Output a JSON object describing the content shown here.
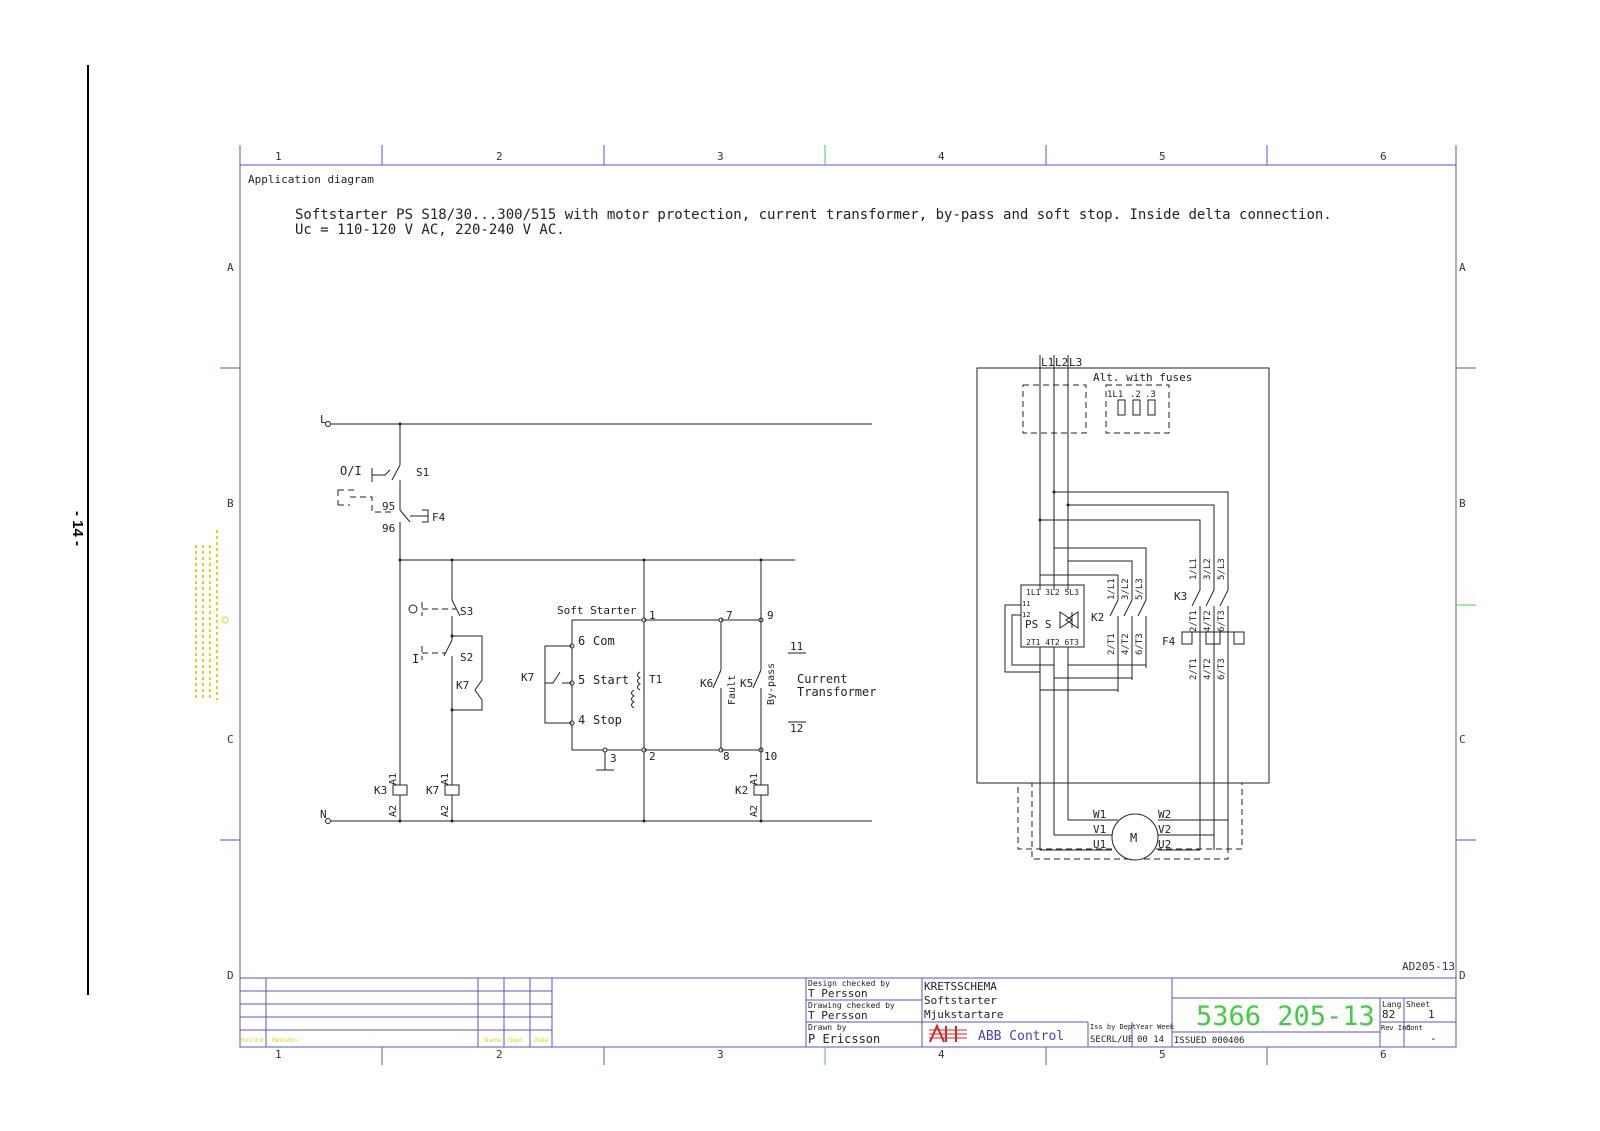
{
  "page_number": "- 14 -",
  "header": {
    "section_label": "Application diagram",
    "title_line1": "Softstarter PS S18/30...300/515 with motor protection, current transformer, by-pass and soft stop. Inside delta connection.",
    "title_line2": "Uc = 110-120 V AC, 220-240 V AC."
  },
  "grid": {
    "columns": [
      "1",
      "2",
      "3",
      "4",
      "5",
      "6"
    ],
    "rows": [
      "A",
      "B",
      "C",
      "D"
    ]
  },
  "control_circuit": {
    "rail_L": "L",
    "rail_N": "N",
    "s1_symbol": "O/I",
    "s1": "S1",
    "f4": "F4",
    "f4_95": "95",
    "f4_96": "96",
    "s3": "S3",
    "s3_symbol": "O",
    "s2": "S2",
    "s2_symbol": "I",
    "k7_contact": "K7",
    "k3_coil": "K3",
    "k7_coil": "K7",
    "k2_coil": "K2",
    "a1": "A1",
    "a2": "A2",
    "soft_starter": "Soft Starter",
    "term_6": "6",
    "com": "Com",
    "term_5": "5",
    "start": "Start",
    "term_4": "4",
    "stop": "Stop",
    "k7_start": "K7",
    "t1": "T1",
    "term_1": "1",
    "term_2": "2",
    "term_3": "3",
    "term_7": "7",
    "term_8": "8",
    "term_9": "9",
    "term_10": "10",
    "term_11": "11",
    "term_12": "12",
    "k6": "K6",
    "fault": "Fault",
    "k5": "K5",
    "bypass": "By-pass",
    "current": "Current",
    "transformer": "Transformer"
  },
  "power_circuit": {
    "l1": "L1",
    "l2": "L2",
    "l3": "L3",
    "alt_fuses": "Alt. with fuses",
    "fuse_labels": [
      "1L1",
      ".2",
      ".3"
    ],
    "ps_top": "1L1 3L2 5L3",
    "ps_label": "PS S",
    "ps_bottom": "2T1 4T2 6T3",
    "ps_11": "11",
    "ps_12": "12",
    "k2": "K2",
    "k3": "K3",
    "f4": "F4",
    "k2_top": [
      "1/L1",
      "3/L2",
      "5/L3"
    ],
    "k2_bottom": [
      "2/T1",
      "4/T2",
      "6/T3"
    ],
    "k3_top": [
      "1/L1",
      "3/L2",
      "5/L3"
    ],
    "k3_bottom": [
      "2/T1",
      "4/T2",
      "6/T3"
    ],
    "f4_bottom": [
      "2/T1",
      "4/T2",
      "6/T3"
    ],
    "motor": "M",
    "w1": "W1",
    "v1": "V1",
    "u1": "U1",
    "w2": "W2",
    "v2": "V2",
    "u2": "U2"
  },
  "title_block": {
    "drawing_id": "AD205-13",
    "design_checked_by_label": "Design checked by",
    "design_checked_by": "T Persson",
    "drawing_checked_by_label": "Drawing checked by",
    "drawing_checked_by": "T Persson",
    "drawn_by_label": "Drawn by",
    "drawn_by": "P Ericsson",
    "doc_title_1": "KRETSSCHEMA",
    "doc_title_2": "Softstarter",
    "doc_title_3": "Mjukstartare",
    "company": "ABB Control",
    "iss_by_dept_label": "Iss by Dept",
    "iss_by_dept": "SECRL/UE",
    "year_week_label": "Year Week",
    "year_week": "00 14",
    "issued": "ISSUED 000406",
    "doc_number": "5366 205-13",
    "lang_label": "Lang",
    "lang": "82",
    "sheet_label": "Sheet",
    "sheet": "1",
    "rev_ind_label": "Rev Ind",
    "cont_label": "Cont",
    "cont": "-",
    "rev_col_labels": [
      "Rev Ind",
      "Revision",
      "Name",
      "Dept",
      "Date"
    ]
  },
  "colors": {
    "frame": "#5555cc",
    "wire": "#222222",
    "doc_number": "#44cc44",
    "logo": "#dd2222"
  }
}
